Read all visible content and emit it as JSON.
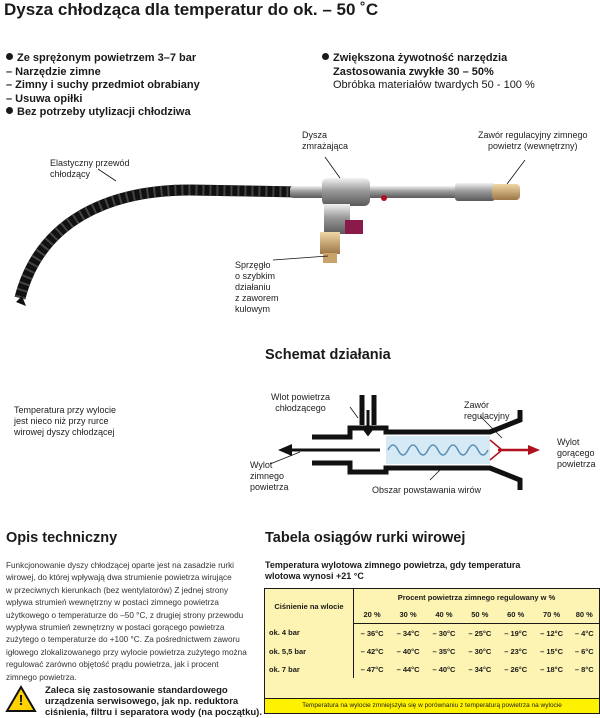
{
  "title": "Dysza chłodząca dla temperatur do ok. – 50 ˚C",
  "left_bullets": [
    {
      "text": "Ze sprężonym powietrzem 3–7 bar",
      "level": 0
    },
    {
      "text": "– Narzędzie zimne",
      "level": 1
    },
    {
      "text": "– Zimny i suchy przedmiot obrabiany",
      "level": 1
    },
    {
      "text": "– Usuwa opiłki",
      "level": 1
    },
    {
      "text": "Bez potrzeby utylizacji chłodziwa",
      "level": 0
    }
  ],
  "right_bullets": [
    {
      "text": "Zwiększona żywotność narzędzia",
      "bullet": true,
      "bold": true
    },
    {
      "text": "Zastosowania zwykłe 30 – 50%",
      "bullet": false,
      "bold": true
    },
    {
      "text": "Obróbka materiałów twardych 50 - 100 %",
      "bullet": false,
      "bold": false
    }
  ],
  "photo_labels": {
    "hose": [
      "Elastyczny przewód",
      "chłodzący"
    ],
    "nozzle": [
      "Dysza",
      "zmrażająca"
    ],
    "valve": [
      "Zawór regulacyjny zimnego",
      "powietrz (wewnętrzny)"
    ],
    "coupling": [
      "Sprzęgło",
      "o szybkim",
      "działaniu",
      "z zaworem",
      "kulowym"
    ]
  },
  "schema": {
    "heading": "Schemat działania",
    "note": [
      "Temperatura przy wylocie",
      "jest nieco niż przy rurce",
      "wirowej dyszy chłodzącej"
    ],
    "inlet": [
      "Wlot powietrza",
      "chłodzącego"
    ],
    "reg_valve": [
      "Zawór",
      "regulacyjny"
    ],
    "hot_out": [
      "Wylot",
      "gorącego",
      "powietrza"
    ],
    "cold_out": [
      "Wylot",
      "zimnego",
      "powietrza"
    ],
    "vortex": "Obszar powstawania wirów"
  },
  "tech": {
    "heading": "Opis techniczny",
    "lines": [
      "Funkcjonowanie dyszy chłodzącej oparte jest na zasadzie rurki",
      "wirowej, do której wpływają dwa strumienie powietrza wirujące",
      "w przeciwnych kierunkach (bez wentylatorów) Z jednej strony",
      "wpływa strumień wewnętrzny w postaci zimnego powietrza",
      "użytkowego o temperaturze do –50 °C, z drugiej strony przewodu",
      "wypływa strumień zewnętrzny w postaci gorącego powietrza",
      "zużytego o temperaturze do +100 °C. Za pośrednictwem zaworu",
      "igłowego zlokalizowanego przy wylocie powietrza zużytego można",
      "regulować zarówno objętość prądu powietrza, jak i procent",
      "zimnego powietrza."
    ],
    "warning": [
      "Zaleca się zastosowanie standardowego",
      "urządzenia serwisowego, jak np. reduktora",
      "ciśnienia, filtru i separatora wody (na początku)."
    ],
    "warning_mark": "!"
  },
  "perf": {
    "heading": "Tabela osiągów rurki wirowej",
    "subtitle": [
      "Temperatura wylotowa zimnego powietrza, gdy temperatura",
      "wlotowa wynosi +21 °C"
    ],
    "col_pressure": "Ciśnienie na wlocie",
    "col_percent": "Procent powietrza zimnego regulowany w %",
    "percents": [
      "20 %",
      "30 %",
      "40 %",
      "50 %",
      "60 %",
      "70 %",
      "80 %"
    ],
    "rows": [
      {
        "label": "ok. 4 bar",
        "values": [
          "– 36°C",
          "– 34°C",
          "– 30°C",
          "– 25°C",
          "– 19°C",
          "– 12°C",
          "– 4°C"
        ]
      },
      {
        "label": "ok. 5,5 bar",
        "values": [
          "– 42°C",
          "– 40°C",
          "– 35°C",
          "– 30°C",
          "– 23°C",
          "– 15°C",
          "– 6°C"
        ]
      },
      {
        "label": "ok. 7 bar",
        "values": [
          "– 47°C",
          "– 44°C",
          "– 40°C",
          "– 34°C",
          "– 26°C",
          "– 18°C",
          "– 8°C"
        ]
      }
    ],
    "footnote": "Temperatura na wylocie zmniejszyła się w porównaniu z temperaturą powietrza na wylocie",
    "colors": {
      "background": "#fdf3b2",
      "footnote_bg": "#fff200",
      "border": "#1a1a1a"
    }
  }
}
